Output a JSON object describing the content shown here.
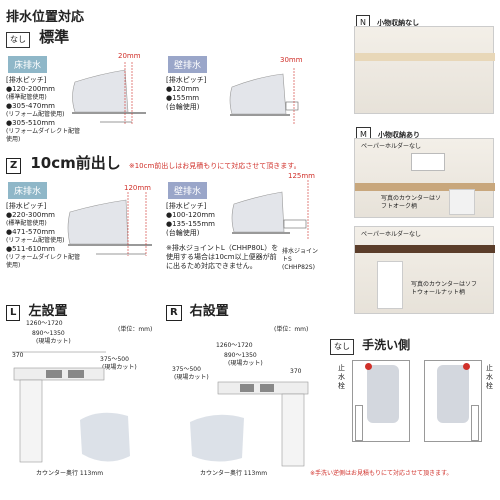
{
  "title": "排水位置対応",
  "standard": {
    "badge": "なし",
    "heading": "標準",
    "floor_tag": "床排水",
    "floor_dim": "20mm",
    "floor_pitch_label": "[排水ピッチ]",
    "floor_items": [
      "●120-200mm",
      "(標準配管使用)",
      "●305-470mm",
      "(リフォーム配管使用)",
      "●305-510mm",
      "(リフォームダイレクト配管使用)"
    ],
    "wall_tag": "壁排水",
    "wall_dim": "30mm",
    "wall_pitch_label": "[排水ピッチ]",
    "wall_items": [
      "●120mm",
      "●155mm",
      "(台輪使用)"
    ]
  },
  "forward": {
    "badge": "Z",
    "heading": "10cm前出し",
    "note": "※10cm前出しはお見積もりにて対応させて頂きます。",
    "floor_tag": "床排水",
    "floor_dim": "120mm",
    "floor_pitch_label": "[排水ピッチ]",
    "floor_items": [
      "●220-300mm",
      "(標準配管使用)",
      "●471-570mm",
      "(リフォーム配管使用)",
      "●511-610mm",
      "(リフォームダイレクト配管使用)"
    ],
    "wall_tag": "壁排水",
    "wall_dim": "125mm",
    "wall_pitch_label": "[排水ピッチ]",
    "wall_items": [
      "●100-120mm",
      "●135-155mm",
      "(台輪使用)"
    ],
    "wall_note": "※排水ジョイントL（CHHP80L）を使用する場合は10cm以上便器が前に出るため対応できません。",
    "joint_label": "排水ジョイントS (CHHP82S)"
  },
  "storage": {
    "n_badge": "N",
    "n_label": "小物収納なし",
    "m_badge": "M",
    "m_label": "小物収納あり",
    "holder_label_1": "ペーパーホルダーなし",
    "caption_1": "写真のカウンターはソフトオーク柄",
    "holder_label_2": "ペーパーホルダーなし",
    "caption_2": "写真のカウンターはソフトウォールナット柄"
  },
  "left": {
    "badge": "L",
    "heading": "左設置",
    "unit": "(単位：mm)",
    "dim_top": "1260～1720",
    "dim_mid": "890～1350",
    "dim_mid_note": "(現場カット)",
    "dim_370": "370",
    "dim_side": "375～500",
    "dim_side_note": "(現場カット)",
    "depth": "カウンター奥行 113mm"
  },
  "right": {
    "badge": "R",
    "heading": "右設置",
    "unit": "(単位：mm)",
    "dim_top": "1260～1720",
    "dim_mid": "890～1350",
    "dim_mid_note": "(現場カット)",
    "dim_370": "370",
    "dim_side": "375～500",
    "dim_side_note": "(現場カット)",
    "depth": "カウンター奥行 113mm"
  },
  "wash": {
    "badge": "なし",
    "heading": "手洗い側",
    "valve_left": "止水栓",
    "valve_right": "止水栓",
    "note": "※手洗い逆側はお見積もりにて対応させて頂きます。"
  }
}
